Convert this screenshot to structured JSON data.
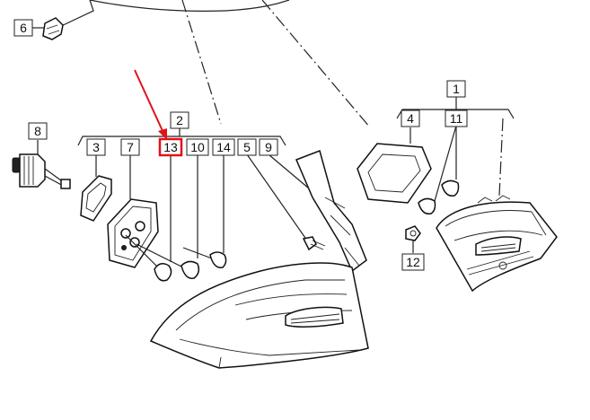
{
  "callouts": {
    "c1": "1",
    "c2": "2",
    "c3": "3",
    "c4": "4",
    "c5": "5",
    "c6": "6",
    "c7": "7",
    "c8": "8",
    "c9": "9",
    "c10": "10",
    "c11": "11",
    "c12": "12",
    "c13": "13",
    "c14": "14"
  },
  "highlight": {
    "part": "13",
    "color": "#e0131a"
  }
}
